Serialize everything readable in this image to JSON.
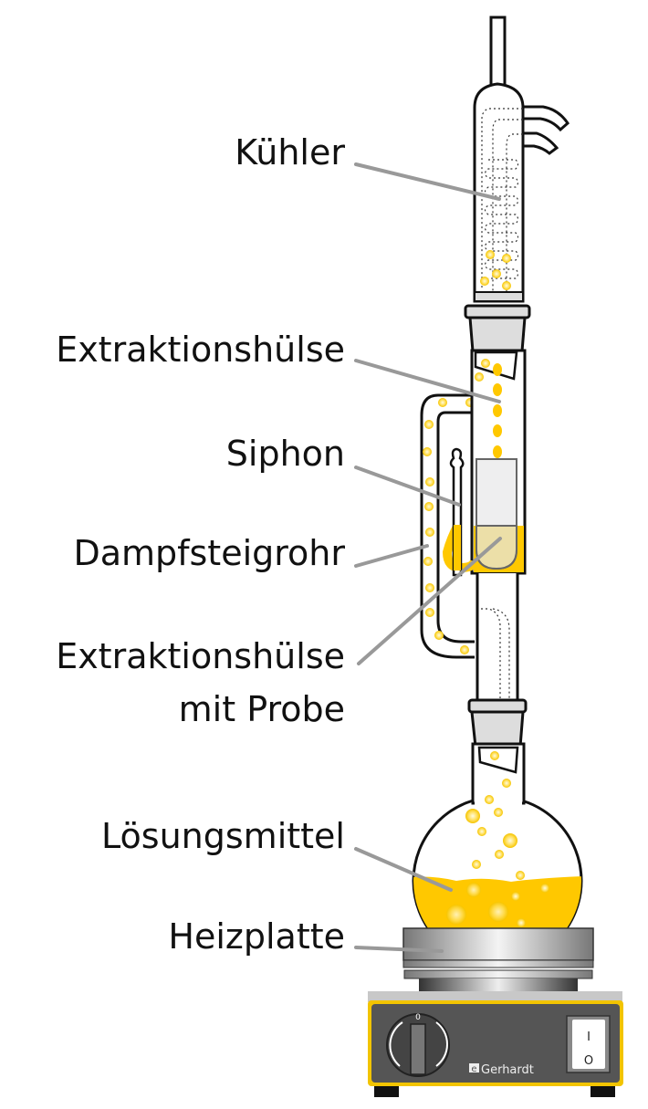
{
  "labels": {
    "condenser": "Kühler",
    "extraction_thimble": "Extraktionshülse",
    "siphon": "Siphon",
    "vapor_tube": "Dampfsteigrohr",
    "thimble_with_sample_line1": "Extraktionshülse",
    "thimble_with_sample_line2": "mit Probe",
    "solvent": "Lösungsmittel",
    "hot_plate": "Heizplatte"
  },
  "heater": {
    "brand": "Gerhardt",
    "knob_mark": "0",
    "switch_on": "I",
    "switch_off": "O"
  },
  "colors": {
    "solvent": "#ffc800",
    "leader": "#999999",
    "heater_body": "#555555",
    "heater_trim": "#f2c400"
  }
}
